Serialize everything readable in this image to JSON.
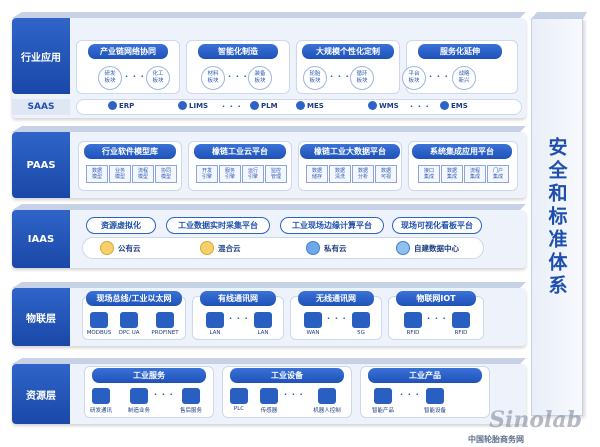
{
  "pillar": {
    "label": "安全和标准体系"
  },
  "layers": {
    "industry": "行业应用",
    "saas": "SAAS",
    "paas": "PAAS",
    "iaas": "IAAS",
    "iot": "物联层",
    "resource": "资源层"
  },
  "industry": {
    "groups": [
      {
        "title": "产业链网络协同",
        "items": [
          "研发\n板块",
          "化工\n板块"
        ]
      },
      {
        "title": "智能化制造",
        "items": [
          "材料\n板块",
          "装备\n板块"
        ]
      },
      {
        "title": "大规模个性化定制",
        "items": [
          "轮胎\n板块",
          "循环\n板块"
        ]
      },
      {
        "title": "服务化延伸",
        "items": [
          "平台\n板块",
          "战略\n新兴"
        ]
      }
    ]
  },
  "saas": {
    "items": [
      "ERP",
      "LIMS",
      "PLM",
      "MES",
      "WMS",
      "EMS"
    ],
    "ellipsis": "· · ·"
  },
  "paas": {
    "groups": [
      {
        "title": "行业软件模型库",
        "items": [
          "数据\n模型",
          "业务\n模型",
          "流程\n模型",
          "协同\n模型"
        ]
      },
      {
        "title": "橡链工业云平台",
        "items": [
          "开发\n引擎",
          "服务\n引擎",
          "运行\n引擎",
          "监控\n管理"
        ]
      },
      {
        "title": "橡链工业大数据平台",
        "items": [
          "数据\n储存",
          "数据\n清洗",
          "数据\n分析",
          "数据\n可视"
        ]
      },
      {
        "title": "系统集成应用平台",
        "items": [
          "接口\n集成",
          "数据\n集成",
          "流程\n集成",
          "门户\n集成"
        ]
      }
    ]
  },
  "iaas": {
    "pills": [
      "资源虚拟化",
      "工业数据实时采集平台",
      "工业现场边缘计算平台",
      "现场可视化看板平台"
    ],
    "clouds": [
      "公有云",
      "混合云",
      "私有云",
      "自建数据中心"
    ]
  },
  "iot": {
    "groups": [
      {
        "title": "现场总线/工业以太网",
        "items": [
          "MODBUS",
          "OPC UA",
          "PROFINET"
        ]
      },
      {
        "title": "有线通讯网",
        "items": [
          "LAN",
          "LAN"
        ]
      },
      {
        "title": "无线通讯网",
        "items": [
          "WAN",
          "5G"
        ]
      },
      {
        "title": "物联网IOT",
        "items": [
          "RFID",
          "RFID"
        ]
      }
    ]
  },
  "resource": {
    "groups": [
      {
        "title": "工业服务",
        "items": [
          "研发通讯",
          "制造业务",
          "售后服务"
        ]
      },
      {
        "title": "工业设备",
        "items": [
          "PLC",
          "传感器",
          "机器人控制"
        ]
      },
      {
        "title": "工业产品",
        "items": [
          "智能产品",
          "智能设备"
        ]
      }
    ]
  },
  "watermark": {
    "main": "Sinolab",
    "sub": "中国轮胎商务网"
  }
}
